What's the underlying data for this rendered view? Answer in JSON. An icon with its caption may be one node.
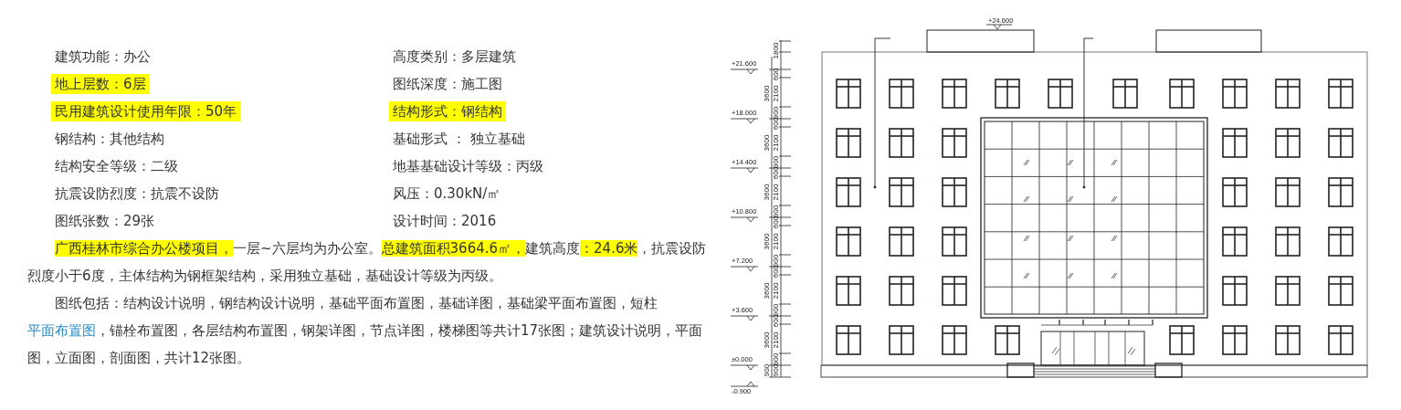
{
  "diagram": {
    "labels": [
      "建筑功能：办公",
      "高度类别：多层建筑",
      "地上层数：6层",
      "图纸深度：施工图",
      "民用建筑设计使用年限：50年",
      "结构形式：钢结构",
      "钢结构：其他结构",
      "基础形式 ： 独立基础",
      "结构安全等级：二级",
      "地基基础设计等级：丙级",
      "抗震设防烈度：抗震不设防",
      "风压：0.30kN/㎡",
      "图纸张数：29张",
      "设计时间：2016",
      "广西桂林市综合办公楼项目，一层~六层均为办公室。总建筑面积3664.6㎡，建筑高度：24.6米，抗震设防烈度小于6度，主体结构为钢框架结构，采用独立基础，基础设计等级为丙级。",
      "图纸包括：结构设计说明，钢结构设计说明，基础平面布置图，基础详图，基础梁平面布置图，短柱平面布置图，锚栓布置图，各层结构布置图，钢架详图，节点详图，楼梯图等共计17张图；建筑设计说明，平面图，立面图，剖面图，共计12张图。",
      "+24.600",
      "+21.600",
      "+18.000",
      "+14.400",
      "+10.800",
      "+7.200",
      "+3.600",
      "±0.000",
      "-0.900",
      "1800",
      "3600",
      "600",
      "2100",
      "900",
      "3600",
      "600",
      "2100",
      "900",
      "3600",
      "600",
      "2100",
      "900",
      "3600",
      "600",
      "2100",
      "900",
      "3600",
      "600",
      "2100",
      "900",
      "3600",
      "600",
      "2100",
      "900",
      "900",
      "900"
    ]
  }
}
